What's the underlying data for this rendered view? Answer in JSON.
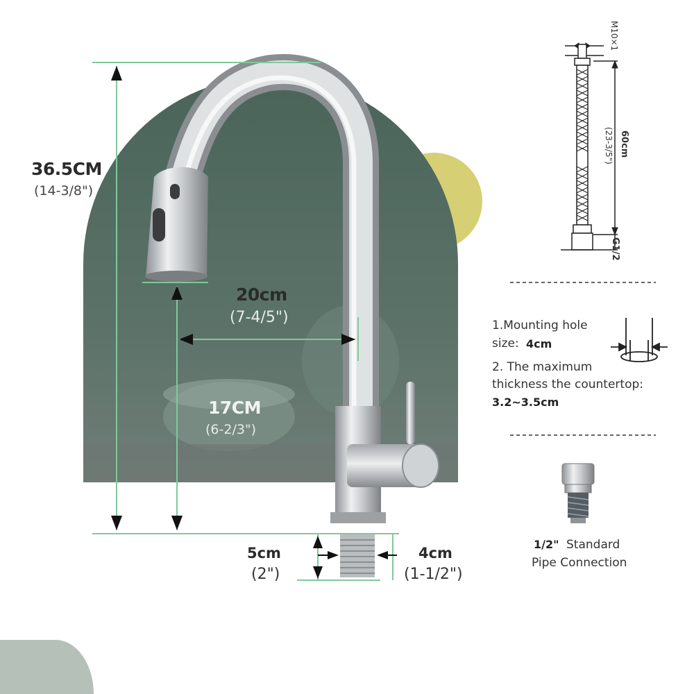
{
  "height": {
    "value": "36.5CM",
    "inch": "(14-3/8\")"
  },
  "reach": {
    "value": "20cm",
    "inch": "(7-4/5\")"
  },
  "spout_height": {
    "value": "17CM",
    "inch": "(6-2/3\")"
  },
  "shank_length": {
    "value": "5cm",
    "inch": "(2\")"
  },
  "shank_diameter": {
    "value": "4cm",
    "inch": "(1-1/2\")"
  },
  "hose": {
    "thread_top": "M10×1",
    "length": "60cm",
    "length_inch": "(23-3/5\")",
    "thread_bottom": "G1/2"
  },
  "notes": {
    "mounting_line1": "1.Mounting hole",
    "mounting_label": "size:",
    "mounting_value": "4cm",
    "thickness_line1": "2. The maximum",
    "thickness_line2": "thickness the countertop:",
    "thickness_value": "3.2~3.5cm"
  },
  "connector": {
    "size": "1/2\"",
    "label1": "Standard",
    "label2": "Pipe Connection"
  },
  "colors": {
    "accent_line": "#7fc99a",
    "backdrop": "#4f6a60",
    "sun": "#d6cf74",
    "corner": "#b4c0b8"
  }
}
